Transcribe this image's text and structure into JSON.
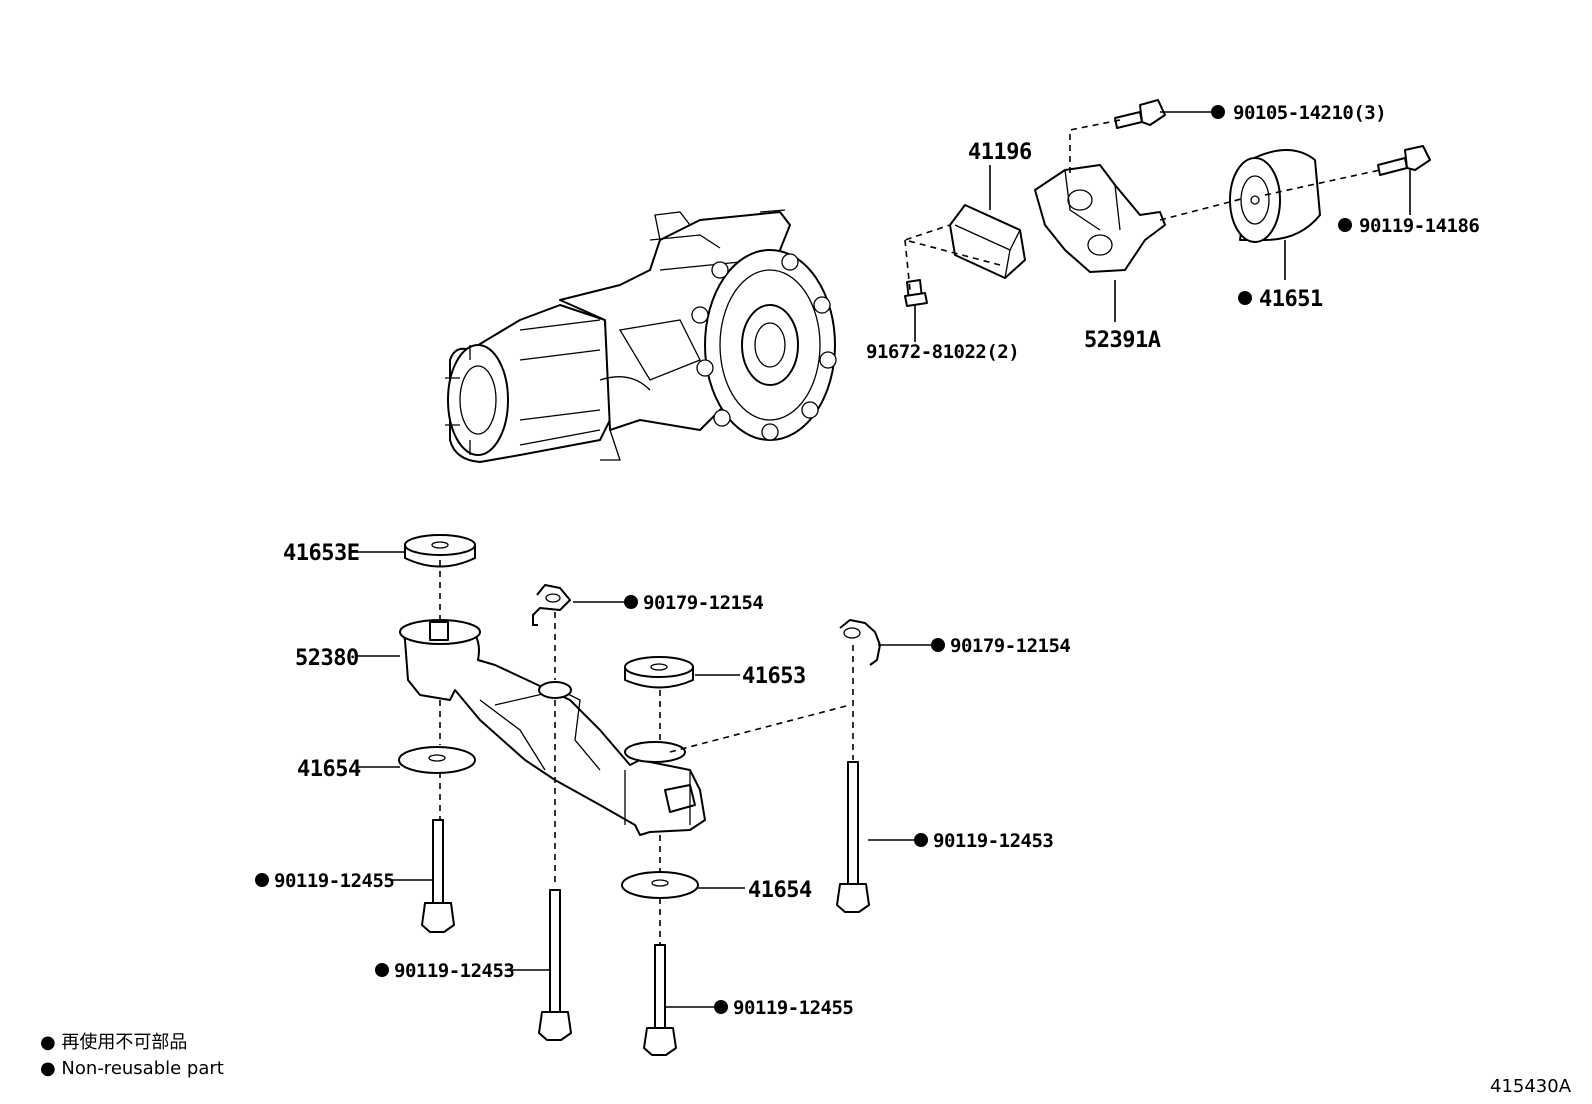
{
  "labels": {
    "p41196": "41196",
    "p90105": "90105-14210(3)",
    "p90119_14186": "90119-14186",
    "p41651": "41651",
    "p91672": "91672-81022(2)",
    "p52391A": "52391A",
    "p41653E": "41653E",
    "p90179_a": "90179-12154",
    "p90179_b": "90179-12154",
    "p52380": "52380",
    "p41653": "41653",
    "p41654_a": "41654",
    "p41654_b": "41654",
    "p90119_12453_a": "90119-12453",
    "p90119_12453_b": "90119-12453",
    "p90119_12455_a": "90119-12455",
    "p90119_12455_b": "90119-12455"
  },
  "legend": {
    "line1": "● 再使用不可部品",
    "line2": "● Non-reusable part"
  },
  "diagram_code": "415430A",
  "colors": {
    "ink": "#000000",
    "background": "#ffffff"
  }
}
